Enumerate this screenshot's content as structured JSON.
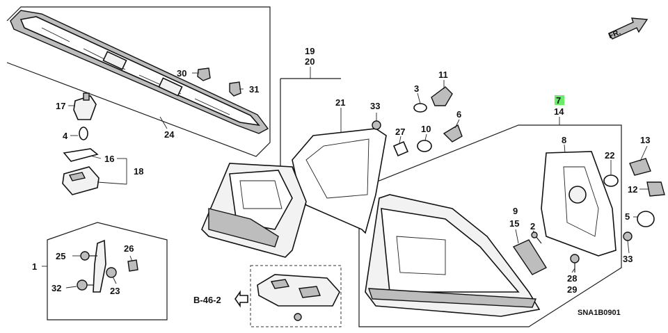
{
  "diagram": {
    "code": "SNA1B0901",
    "direction_label": "FR.",
    "reference_label": "B-46-2",
    "highlight_color": "#66ee66",
    "callouts": {
      "c1": "1",
      "c2": "2",
      "c3": "3",
      "c4": "4",
      "c5": "5",
      "c6": "6",
      "c7": "7",
      "c8": "8",
      "c9": "9",
      "c10": "10",
      "c11": "11",
      "c12": "12",
      "c13": "13",
      "c14": "14",
      "c15": "15",
      "c16": "16",
      "c17": "17",
      "c18": "18",
      "c19": "19",
      "c20": "20",
      "c21": "21",
      "c22": "22",
      "c23": "23",
      "c24": "24",
      "c25": "25",
      "c26": "26",
      "c27": "27",
      "c28": "28",
      "c29": "29",
      "c30": "30",
      "c31": "31",
      "c32": "32",
      "c33a": "33",
      "c33b": "33"
    }
  }
}
